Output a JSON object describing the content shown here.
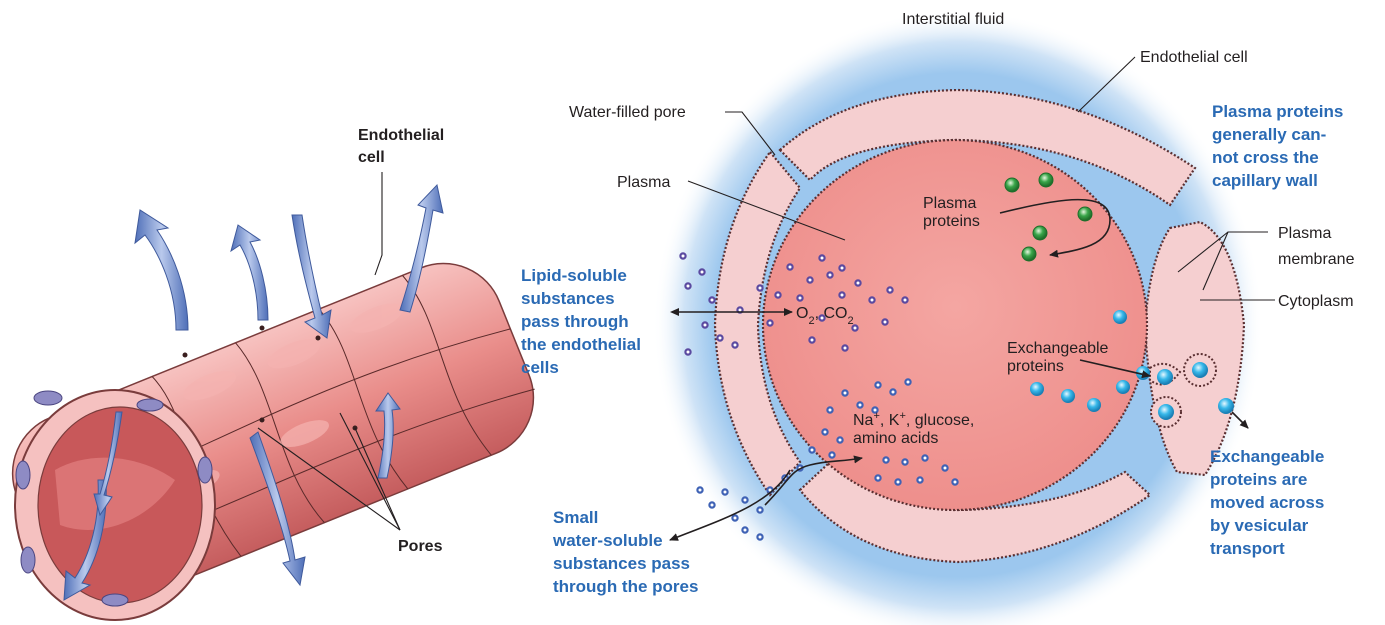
{
  "labels": {
    "interstitial_fluid": "Interstitial fluid",
    "endothelial_cell_right": "Endothelial cell",
    "water_filled_pore": "Water-filled pore",
    "plasma": "Plasma",
    "plasma_proteins": [
      "Plasma",
      "proteins"
    ],
    "plasma_membrane": [
      "Plasma",
      "membrane"
    ],
    "cytoplasm": "Cytoplasm",
    "exchangeable_proteins": [
      "Exchangeable",
      "proteins"
    ],
    "gases": "O2, CO2",
    "ions": [
      "Na+, K+, glucose,",
      "amino acids"
    ],
    "endothelial_cell_left": [
      "Endothelial",
      "cell"
    ],
    "pores": "Pores"
  },
  "notes": {
    "lipid_soluble": [
      "Lipid-soluble",
      "substances",
      "pass through",
      "the endothelial",
      "cells"
    ],
    "small_water_soluble": [
      "Small",
      "water-soluble",
      "substances pass",
      "through the pores"
    ],
    "plasma_proteins_cannot": [
      "Plasma proteins",
      "generally can-",
      "not cross the",
      "capillary wall"
    ],
    "vesicular_transport": [
      "Exchangeable",
      "proteins are",
      "moved across",
      "by vesicular",
      "transport"
    ]
  },
  "colors": {
    "note_blue": "#2a6ab4",
    "plasma_fill": "#f19a96",
    "cell_fill": "#f5cfd0",
    "protein_green": "#3aa64a",
    "protein_cyan": "#37b8ea",
    "solute_purple": "#5b4aa0"
  }
}
